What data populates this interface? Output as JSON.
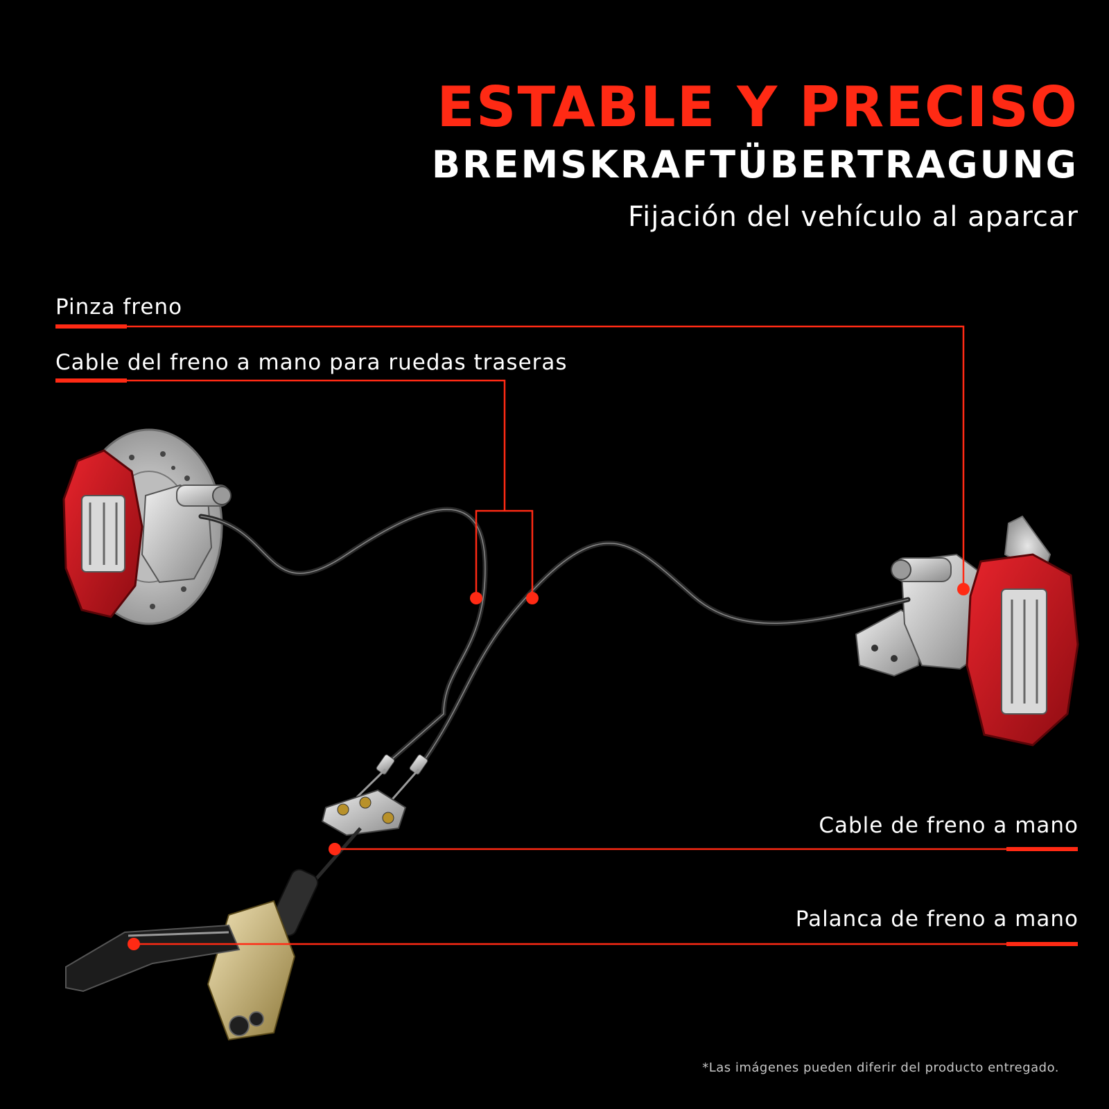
{
  "colors": {
    "background": "#000000",
    "accent": "#ff2a14",
    "caliper_red": "#c8141e",
    "text": "#ffffff"
  },
  "header": {
    "title": "ESTABLE Y PRECISO",
    "subtitle": "BREMSKRAFTÜBERTRAGUNG",
    "tagline": "Fijación del vehículo al aparcar"
  },
  "callouts": {
    "caliper": "Pinza freno",
    "rear_cable": "Cable del freno a mano para ruedas traseras",
    "handbrake_cable": "Cable de freno a mano",
    "handbrake_lever": "Palanca de freno a mano"
  },
  "footer": {
    "disclaimer": "*Las imágenes pueden diferir del producto entregado."
  }
}
